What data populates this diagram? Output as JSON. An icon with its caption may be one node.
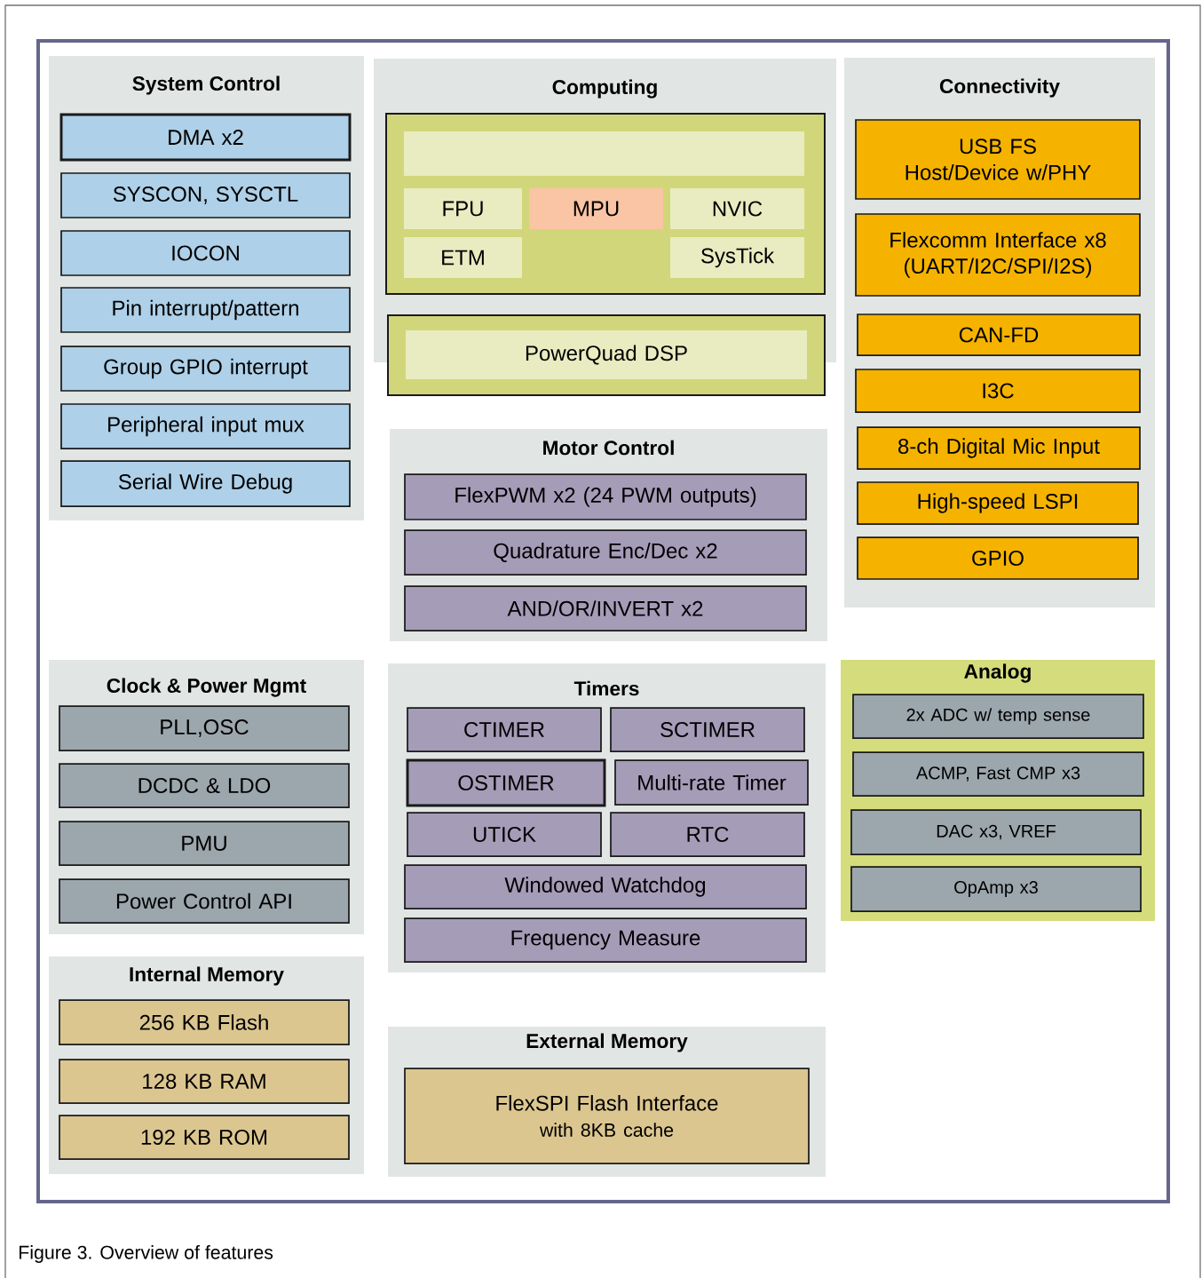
{
  "diagram": {
    "caption": "Figure 3.  Overview of features",
    "nodes": [
      {
        "text": [
          "System Control"
        ]
      },
      {
        "text": [
          "DMA x2"
        ],
        "in": 0
      },
      {
        "text": [
          "SYSCON, SYSCTL"
        ],
        "in": 0
      },
      {
        "text": [
          "IOCON"
        ],
        "in": 0
      },
      {
        "text": [
          "Pin interrupt/pattern"
        ],
        "in": 0
      },
      {
        "text": [
          "Group GPIO interrupt"
        ],
        "in": 0
      },
      {
        "text": [
          "Peripheral input mux"
        ],
        "in": 0
      },
      {
        "text": [
          "Serial Wire Debug"
        ],
        "in": 0
      },
      {
        "text": [
          "Computing"
        ]
      },
      {
        "text": [],
        "shape": "box",
        "in": 8
      },
      {
        "text": [],
        "shape": "box",
        "in": 9
      },
      {
        "text": [
          "FPU"
        ],
        "in": 9
      },
      {
        "text": [
          "MPU"
        ],
        "in": 9
      },
      {
        "text": [
          "NVIC"
        ],
        "in": 9
      },
      {
        "text": [
          "ETM"
        ],
        "in": 9
      },
      {
        "text": [
          "SysTick"
        ],
        "in": 9
      },
      {
        "text": [],
        "shape": "box"
      },
      {
        "text": [
          "PowerQuad DSP"
        ],
        "in": 16
      },
      {
        "text": [
          "Connectivity"
        ]
      },
      {
        "text": [
          "USB FS Host/Device w/PHY"
        ],
        "in": 18
      },
      {
        "text": [
          "Flexcomm Interface x8 (UART/I2C/SPI/I2S)"
        ],
        "in": 18
      },
      {
        "text": [
          "CAN-FD"
        ],
        "in": 18
      },
      {
        "text": [
          "I3C"
        ],
        "in": 18
      },
      {
        "text": [
          "8-ch Digital Mic Input"
        ],
        "in": 18
      },
      {
        "text": [
          "High-speed LSPI"
        ],
        "in": 18
      },
      {
        "text": [
          "GPIO"
        ],
        "in": 18
      },
      {
        "text": [
          "Motor Control"
        ]
      },
      {
        "text": [
          "FlexPWM x2 (24 PWM outputs)"
        ],
        "in": 26
      },
      {
        "text": [
          "Quadrature Enc/Dec x2"
        ],
        "in": 26
      },
      {
        "text": [
          "AND/OR/INVERT x2"
        ],
        "in": 26
      },
      {
        "text": [
          "Clock & Power Mgmt"
        ]
      },
      {
        "text": [
          "PLL,OSC"
        ],
        "in": 30
      },
      {
        "text": [
          "DCDC & LDO"
        ],
        "in": 30
      },
      {
        "text": [
          "PMU"
        ],
        "in": 30
      },
      {
        "text": [
          "Power Control API"
        ],
        "in": 30
      },
      {
        "text": [
          "Timers"
        ]
      },
      {
        "text": [
          "CTIMER"
        ],
        "in": 35
      },
      {
        "text": [
          "SCTIMER"
        ],
        "in": 35
      },
      {
        "text": [
          "OSTIMER"
        ],
        "in": 35
      },
      {
        "text": [
          "Multi-rate Timer"
        ],
        "in": 35
      },
      {
        "text": [
          "UTICK"
        ],
        "in": 35
      },
      {
        "text": [
          "RTC"
        ],
        "in": 35
      },
      {
        "text": [
          "Windowed Watchdog"
        ],
        "in": 35
      },
      {
        "text": [
          "Frequency Measure"
        ],
        "in": 35
      },
      {
        "text": [
          "Analog"
        ]
      },
      {
        "text": [
          "2x ADC w/ temp sense"
        ],
        "in": 44
      },
      {
        "text": [
          "ACMP, Fast CMP x3"
        ],
        "in": 44
      },
      {
        "text": [
          "DAC x3, VREF"
        ],
        "in": 44
      },
      {
        "text": [
          "OpAmp x3"
        ],
        "in": 44
      },
      {
        "text": [
          "Internal Memory"
        ]
      },
      {
        "text": [
          "256 KB Flash"
        ],
        "in": 49
      },
      {
        "text": [
          "128 KB RAM"
        ],
        "in": 49
      },
      {
        "text": [
          "192 KB ROM"
        ],
        "in": 49
      },
      {
        "text": [
          "External Memory"
        ]
      },
      {
        "text": [
          "FlexSPI Flash Interface",
          "with 8KB cache"
        ],
        "in": 53
      }
    ]
  }
}
